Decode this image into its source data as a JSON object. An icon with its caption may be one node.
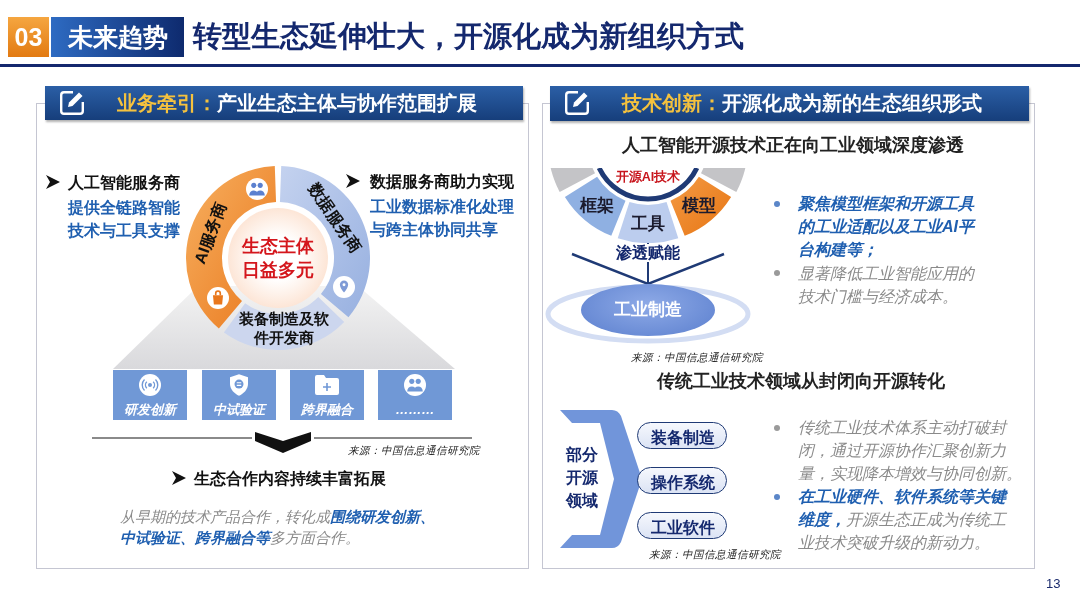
{
  "diagram": {
    "title": "转型生态延伸壮大，开源化成为新组织方式",
    "nodes": [
      {
        "text": [
          "03"
        ]
      },
      {
        "text": [
          "未来趋势"
        ]
      },
      {
        "text": [
          "业务牵引：",
          "产业生态主体与协作范围扩展"
        ]
      },
      {
        "text": [
          "生态主体日益多元"
        ],
        "in": 2
      },
      {
        "text": [
          "AI服务商"
        ],
        "in": 2
      },
      {
        "text": [
          "数据服务商"
        ],
        "in": 2
      },
      {
        "text": [
          "装备制造及软件开发商"
        ],
        "in": 2
      },
      {
        "text": [
          "研发创新"
        ],
        "in": 2
      },
      {
        "text": [
          "中试验证"
        ],
        "in": 2
      },
      {
        "text": [
          "跨界融合"
        ],
        "in": 2
      },
      {
        "text": [
          "………"
        ],
        "in": 2
      },
      {
        "text": [
          "技术创新：",
          "开源化成为新的生态组织形式"
        ]
      },
      {
        "text": [
          "开源AI技术"
        ],
        "in": 11
      },
      {
        "text": [
          "框架"
        ],
        "in": 11
      },
      {
        "text": [
          "工具"
        ],
        "in": 11
      },
      {
        "text": [
          "模型"
        ],
        "in": 11
      },
      {
        "text": [
          "工业制造"
        ],
        "in": 11
      },
      {
        "text": [
          "部分开源领域"
        ],
        "in": 11
      },
      {
        "text": [
          "装备制造"
        ],
        "in": 11
      },
      {
        "text": [
          "操作系统"
        ],
        "in": 11
      },
      {
        "text": [
          "工业软件"
        ],
        "in": 11
      }
    ],
    "edges": [
      {
        "from": 14,
        "to": 16,
        "label": "渗透赋能",
        "arrow": "to"
      }
    ],
    "labels": [
      "人工智能服务商",
      "提供全链路智能技术与工具支撑",
      "数据服务商助力实现",
      "工业数据标准化处理与跨主体协同共享",
      "来源：中国信息通信研究院",
      "生态合作内容持续丰富拓展",
      "从早期的技术产品合作，转化成**围绕研发创新、中试验证、跨界融合等**多方面合作。",
      "人工智能开源技术正在向工业领域深度渗透",
      "聚焦模型框架和开源工具的工业适配以及工业AI平台构建等；",
      "显著降低工业智能应用的技术门槛与经济成本。",
      "来源：中国信息通信研究院",
      "传统工业技术领域从封闭向开源转化",
      "来源：中国信息通信研究院",
      "传统工业技术体系主动打破封闭，通过开源协作汇聚创新力量，实现降本增效与协同创新。",
      "**在工业硬件、软件系统等关键维度，**开源生态正成为传统工业技术突破升级的新动力。",
      "13"
    ]
  }
}
